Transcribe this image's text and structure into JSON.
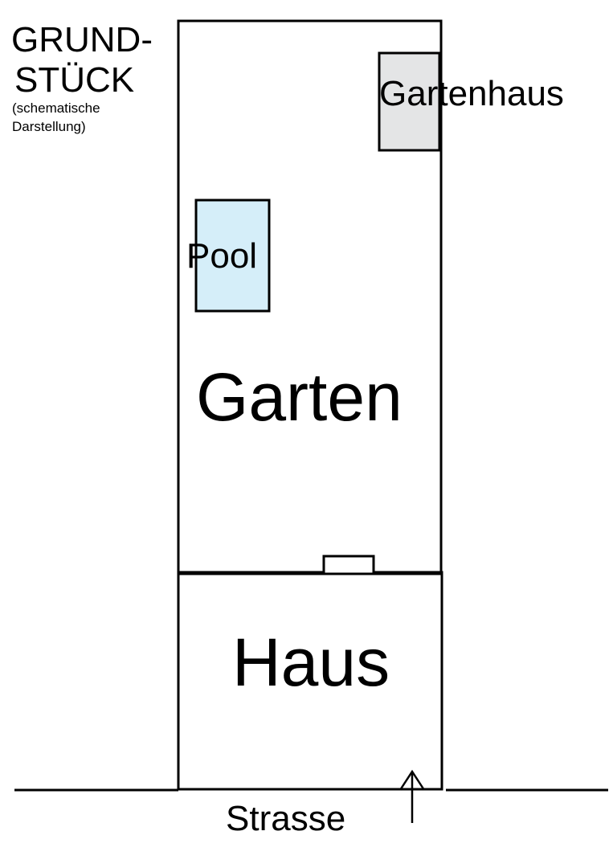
{
  "title": {
    "line1": "GRUND-",
    "line2": "STÜCK",
    "sub1": "(schematische",
    "sub2": "Darstellung)"
  },
  "labels": {
    "gartenhaus": "Gartenhaus",
    "pool": "Pool",
    "garten": "Garten",
    "haus": "Haus",
    "strasse": "Strasse"
  },
  "colors": {
    "pool": "#d5eef9",
    "gartenhaus": "#e4e5e6",
    "stroke": "#000000"
  },
  "icons": {
    "entrance": "arrow-up-icon"
  }
}
